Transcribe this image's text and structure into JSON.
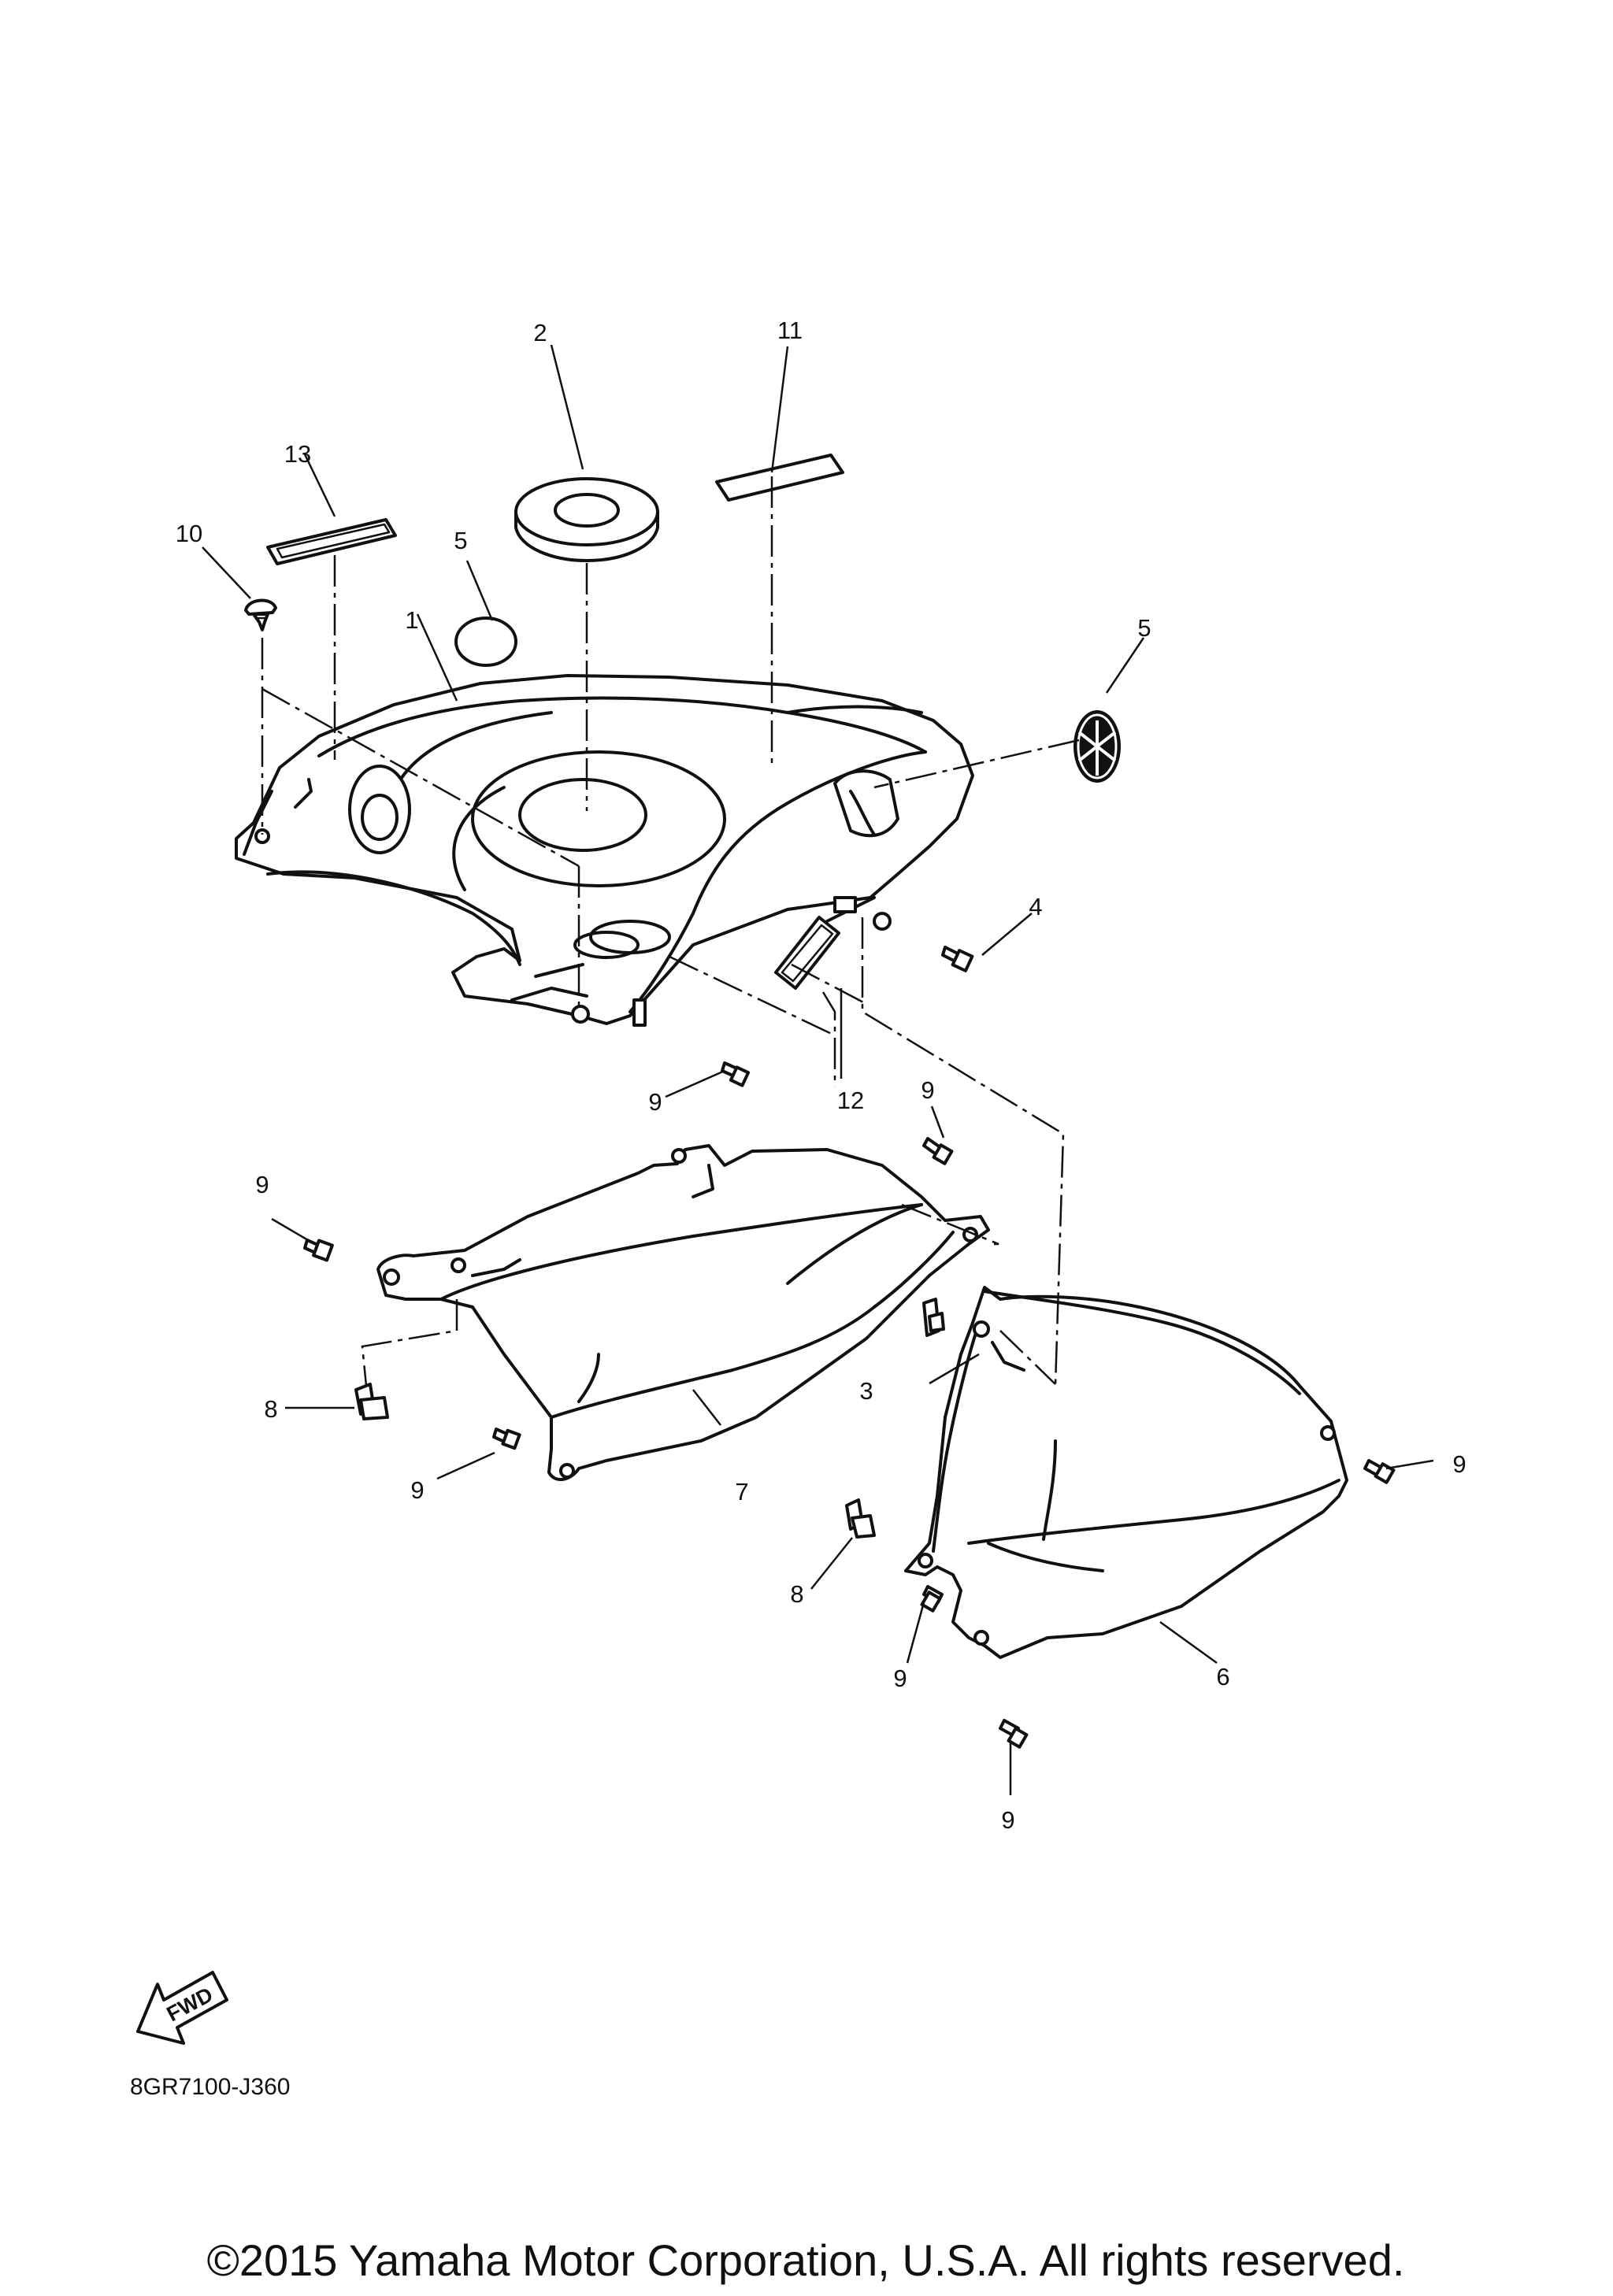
{
  "callouts": {
    "c1": "1",
    "c2": "2",
    "c3": "3",
    "c4": "4",
    "c5a": "5",
    "c5b": "5",
    "c6": "6",
    "c7": "7",
    "c8a": "8",
    "c8b": "8",
    "c9a": "9",
    "c9b": "9",
    "c9c": "9",
    "c9d": "9",
    "c9e": "9",
    "c9f": "9",
    "c9g": "9",
    "c10": "10",
    "c11": "11",
    "c12": "12",
    "c13": "13"
  },
  "fwd_label": "FWD",
  "diagram_code": "8GR7100-J360",
  "copyright": "©2015 Yamaha Motor Corporation, U.S.A. All rights reserved."
}
